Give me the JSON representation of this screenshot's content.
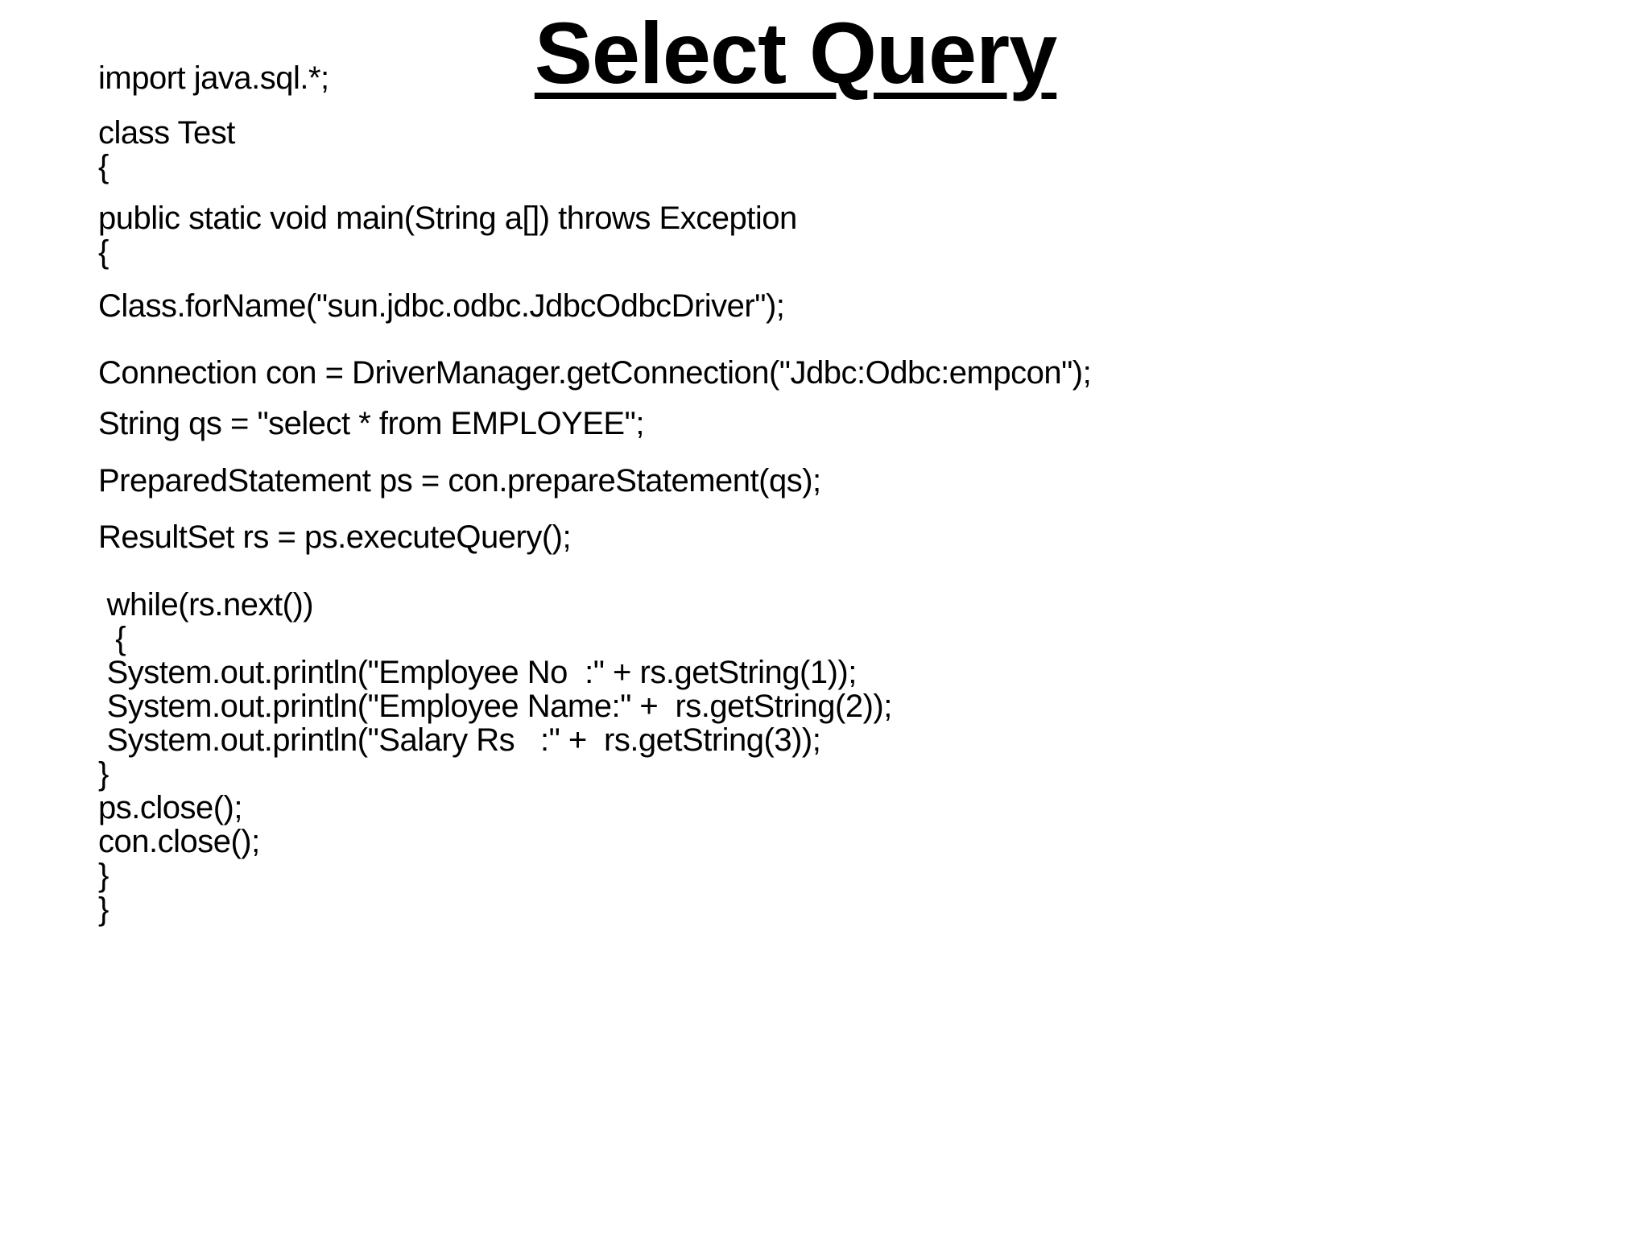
{
  "page": {
    "background_color": "#ffffff",
    "text_color": "#000000"
  },
  "title": {
    "text": "Select Query"
  },
  "code": {
    "language": "java",
    "lines": [
      {
        "text": "import java.sql.*;",
        "gap_after": 26
      },
      {
        "text": "class Test",
        "gap_after": 0
      },
      {
        "text": "{",
        "gap_after": 22
      },
      {
        "text": "public static void main(String a[]) throws Exception",
        "gap_after": 0
      },
      {
        "text": "{",
        "gap_after": 25
      },
      {
        "text": "Class.forName(\"sun.jdbc.odbc.JdbcOdbcDriver\");",
        "gap_after": 41
      },
      {
        "text": "Connection con = DriverManager.getConnection(\"Jdbc:Odbc:empcon\");",
        "gap_after": 21
      },
      {
        "text": "String qs = \"select * from EMPLOYEE\";",
        "gap_after": 29
      },
      {
        "text": "PreparedStatement ps = con.prepareStatement(qs);",
        "gap_after": 28
      },
      {
        "text": "ResultSet rs = ps.executeQuery();",
        "gap_after": 42
      },
      {
        "text": " while(rs.next())",
        "gap_after": 0
      },
      {
        "text": "  {",
        "gap_after": 0
      },
      {
        "text": " System.out.println(\"Employee No  :\" + rs.getString(1));",
        "gap_after": 0
      },
      {
        "text": " System.out.println(\"Employee Name:\" +  rs.getString(2));",
        "gap_after": 0
      },
      {
        "text": " System.out.println(\"Salary Rs   :\" +  rs.getString(3));",
        "gap_after": 0
      },
      {
        "text": "}",
        "gap_after": 0
      },
      {
        "text": "ps.close();",
        "gap_after": 0
      },
      {
        "text": "con.close();",
        "gap_after": 0
      },
      {
        "text": "}",
        "gap_after": 0
      },
      {
        "text": "}",
        "gap_after": 0
      }
    ]
  }
}
